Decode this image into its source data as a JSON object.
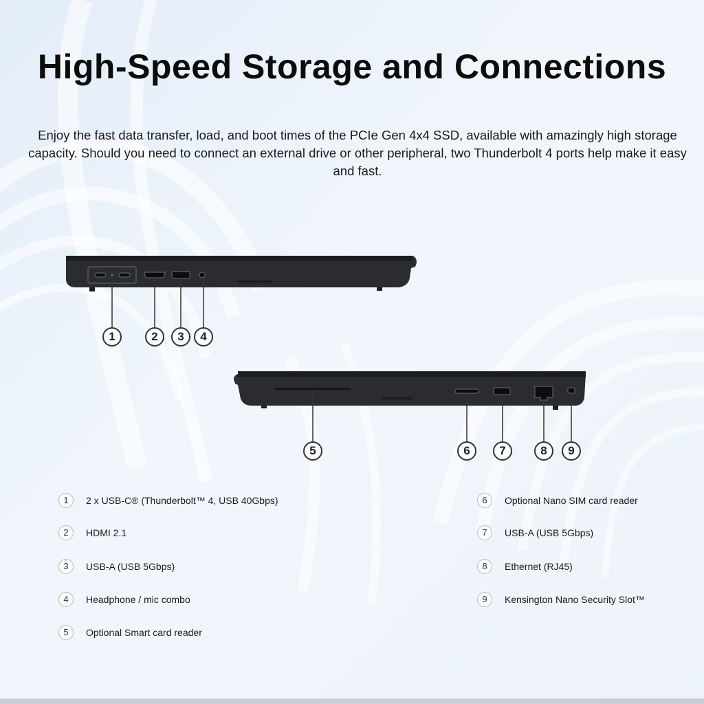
{
  "header": {
    "title": "High-Speed Storage and Connections",
    "subtitle": "Enjoy the fast data transfer, load, and boot times of the PCIe Gen 4x4 SSD, available with amazingly high storage capacity. Should you need to connect an external drive or other peripheral, two Thunderbolt 4 ports help make it easy and fast."
  },
  "callouts": [
    "1",
    "2",
    "3",
    "4",
    "5",
    "6",
    "7",
    "8",
    "9"
  ],
  "legend": [
    {
      "num": "1",
      "text": "2 x USB-C® (Thunderbolt™ 4, USB 40Gbps)"
    },
    {
      "num": "2",
      "text": "HDMI 2.1"
    },
    {
      "num": "3",
      "text": "USB-A (USB 5Gbps)"
    },
    {
      "num": "4",
      "text": "Headphone / mic combo"
    },
    {
      "num": "5",
      "text": "Optional Smart card reader"
    },
    {
      "num": "6",
      "text": "Optional Nano SIM card reader"
    },
    {
      "num": "7",
      "text": "USB-A (USB 5Gbps)"
    },
    {
      "num": "8",
      "text": "Ethernet (RJ45)"
    },
    {
      "num": "9",
      "text": "Kensington Nano Security Slot™"
    }
  ]
}
